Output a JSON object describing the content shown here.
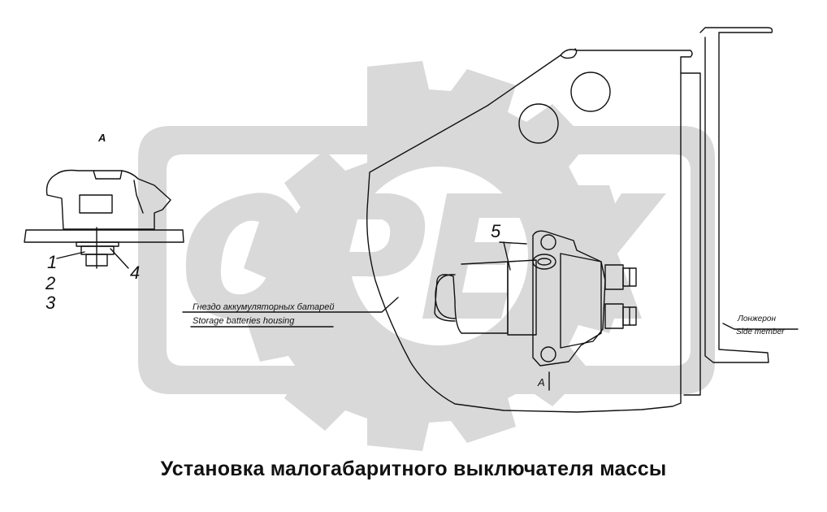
{
  "diagram": {
    "caption": "Установка малогабаритного выключателя массы",
    "watermark_text": "OPEX",
    "view_labels": {
      "view_a_top": "A",
      "view_a_arrow": "A"
    },
    "part_numbers": [
      "1",
      "2",
      "3",
      "4",
      "5"
    ],
    "callouts": {
      "battery_housing_ru": "Гнездо аккумуляторных батарей",
      "battery_housing_en": "Storage batteries housing",
      "side_member_ru": "Лонжерон",
      "side_member_en": "Side member"
    },
    "colors": {
      "watermark": "#d9d9d9",
      "ink": "#111111",
      "background": "#ffffff"
    }
  }
}
